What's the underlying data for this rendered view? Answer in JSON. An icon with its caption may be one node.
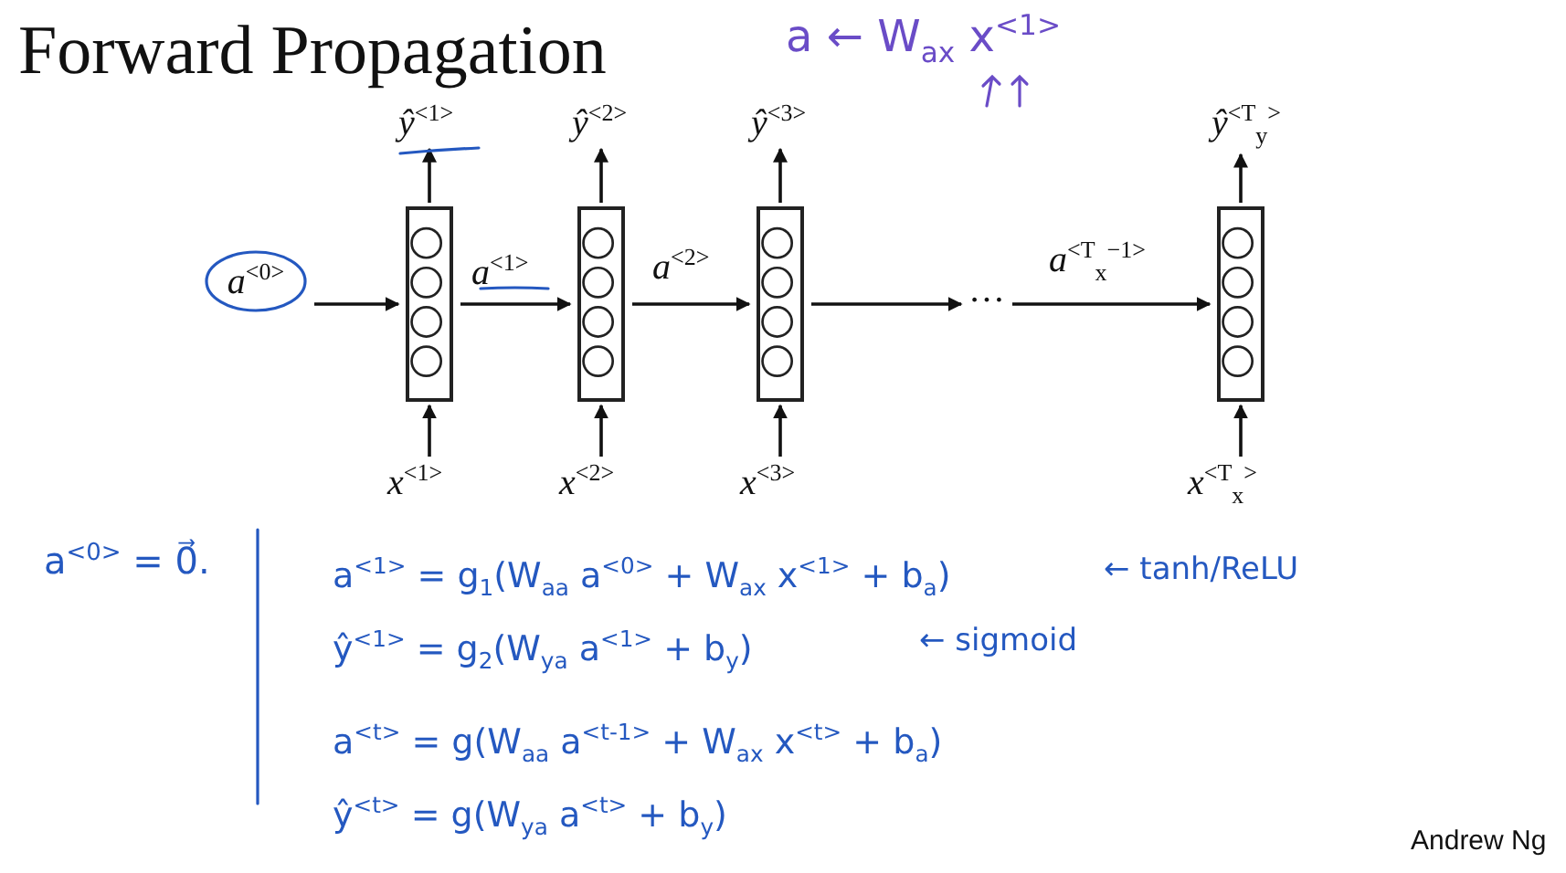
{
  "diagram": {
    "title": "Forward Propagation",
    "nodes": [
      {
        "text": [
          "*a*$^{<0>}$"
        ]
      },
      {
        "text": [],
        "shape": "box"
      },
      {
        "text": [],
        "shape": "box"
      },
      {
        "text": [],
        "shape": "box"
      },
      {
        "text": [],
        "shape": "box"
      },
      {
        "text": [
          "*ŷ*$^{<1>}$"
        ]
      },
      {
        "text": [
          "*ŷ*$^{<2>}$"
        ]
      },
      {
        "text": [
          "*ŷ*$^{<3>}$"
        ]
      },
      {
        "text": [
          "*ŷ*$^{<T}$$_{y}$$^{>}$"
        ]
      },
      {
        "text": [
          "*x*$^{<1>}$"
        ]
      },
      {
        "text": [
          "*x*$^{<2>}$"
        ]
      },
      {
        "text": [
          "*x*$^{<3>}$"
        ]
      },
      {
        "text": [
          "*x*$^{<T}$$_{x}$$^{>}$"
        ]
      },
      {
        "text": [
          "…"
        ]
      }
    ],
    "edges": [
      {
        "from": 0,
        "to": 1,
        "arrow": "to"
      },
      {
        "from": 1,
        "to": 2,
        "arrow": "to",
        "label": "*a*$^{<1>}$"
      },
      {
        "from": 2,
        "to": 3,
        "arrow": "to",
        "label": "*a*$^{<2>}$"
      },
      {
        "from": 3,
        "to": 13,
        "arrow": "to"
      },
      {
        "from": 13,
        "to": 4,
        "arrow": "to",
        "label": "*a*$^{<T}$$_{x}$$^{−1>}$"
      },
      {
        "from": 1,
        "to": 5,
        "arrow": "to"
      },
      {
        "from": 2,
        "to": 6,
        "arrow": "to"
      },
      {
        "from": 3,
        "to": 7,
        "arrow": "to"
      },
      {
        "from": 4,
        "to": 8,
        "arrow": "to"
      },
      {
        "from": 9,
        "to": 1,
        "arrow": "to"
      },
      {
        "from": 10,
        "to": 2,
        "arrow": "to"
      },
      {
        "from": 11,
        "to": 3,
        "arrow": "to"
      },
      {
        "from": 12,
        "to": 4,
        "arrow": "to"
      }
    ],
    "labels": [
      "a ← W$_{ax}$ x$^{<1>}$",
      "a$^{<0>}$ = 0⃗.",
      "a$^{<1>}$ = g$_{1}$(W$_{aa}$ a$^{<0>}$ + W$_{ax}$ x$^{<1>}$ + b$_{a}$)",
      "← tanh/ReLU",
      "ŷ$^{<1>}$ = g$_{2}$(W$_{ya}$ a$^{<1>}$ + b$_{y}$)",
      "← sigmoid",
      "a$^{<t>}$ = g(W$_{aa}$ a$^{<t-1>}$ + W$_{ax}$ x$^{<t>}$ + b$_{a}$)",
      "ŷ$^{<t>}$ = g(W$_{ya}$ a$^{<t>}$ + b$_{y}$)",
      "Andrew Ng"
    ]
  }
}
